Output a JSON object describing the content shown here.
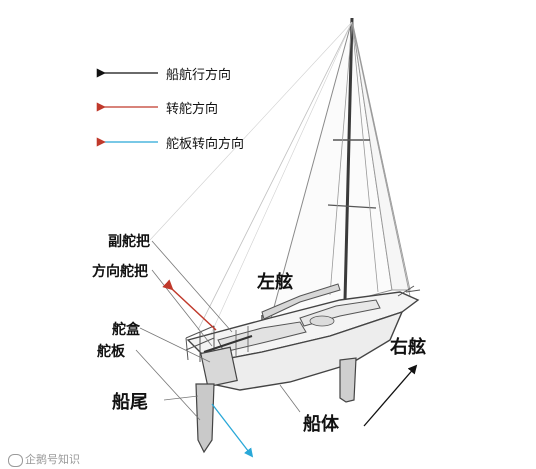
{
  "legend": {
    "items": [
      {
        "label": "船航行方向",
        "color": "#111111"
      },
      {
        "label": "转舵方向",
        "color": "#c0392b"
      },
      {
        "label": "舵板转向方向",
        "color": "#29a8d8"
      }
    ]
  },
  "labels": {
    "vice_tiller": "副舵把",
    "steering_tiller": "方向舵把",
    "rudder_box": "舵盒",
    "rudder_blade": "舵板",
    "stern": "船尾",
    "port": "左舷",
    "starboard": "右舷",
    "hull": "船体"
  },
  "watermark": "企鹅号知识"
}
